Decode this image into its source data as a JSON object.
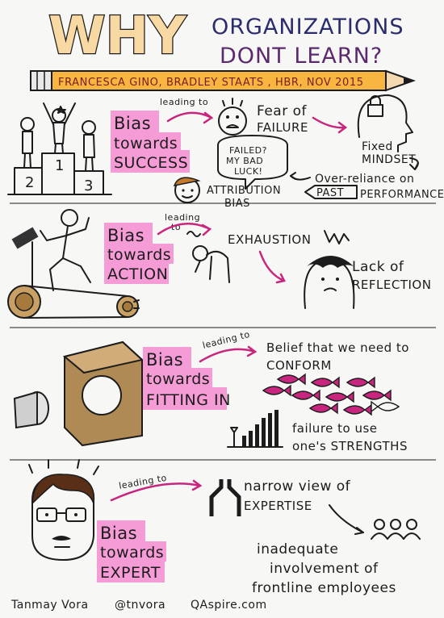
{
  "header": {
    "title_why": "WHY",
    "title_line1": "ORGANIZATIONS",
    "title_line2": "DONT LEARN?",
    "byline": "FRANCESCA GINO, BRADLEY STAATS , HBR, NOV 2015"
  },
  "section1": {
    "bias_line1": "Bias",
    "bias_line2": "towards",
    "bias_line3": "SUCCESS",
    "podium_1": "1",
    "podium_2": "2",
    "podium_3": "3",
    "leading_to": "leading to",
    "fear_line1": "Fear of",
    "fear_line2": "FAILURE",
    "mindset_line1": "Fixed",
    "mindset_line2": "MINDSET",
    "bubble_line1": "FAILED?",
    "bubble_line2": "MY BAD",
    "bubble_line3": "LUCK!",
    "attribution_line1": "ATTRIBUTION",
    "attribution_line2": "BIAS",
    "overreliance_line1": "Over-reliance on",
    "overreliance_past": "PAST",
    "overreliance_perf": "PERFORMANCE"
  },
  "section2": {
    "bias_line1": "Bias",
    "bias_line2": "towards",
    "bias_line3": "ACTION",
    "leading_line1": "leading",
    "leading_line2": "to",
    "exhaustion": "EXHAUSTION",
    "lack_line1": "Lack of",
    "lack_line2": "REFLECTION"
  },
  "section3": {
    "bias_line1": "Bias",
    "bias_line2": "towards",
    "bias_line3": "FITTING IN",
    "leading_to": "leading to",
    "belief_line1": "Belief that we need to",
    "belief_line2": "CONFORM",
    "failure_line1": "failure to use",
    "failure_line2": "one's STRENGTHS"
  },
  "section4": {
    "bias_line1": "Bias",
    "bias_line2": "towards",
    "bias_line3": "EXPERT",
    "leading_to": "leading to",
    "narrow_line1": "narrow view of",
    "narrow_line2": "EXPERTISE",
    "inadequate_line1": "inadequate",
    "inadequate_line2": "involvement of",
    "inadequate_line3": "frontline employees"
  },
  "footer": {
    "author": "Tanmay Vora",
    "handle": "@tnvora",
    "site": "QAspire.com"
  },
  "colors": {
    "pink_highlight": "#f59bd6",
    "pink_arrow": "#c8267e",
    "cream": "#f8d9a3",
    "navy": "#2a2c6e",
    "purple": "#5b2a6e",
    "ink": "#1c1c1c",
    "wood": "#c9a064"
  }
}
